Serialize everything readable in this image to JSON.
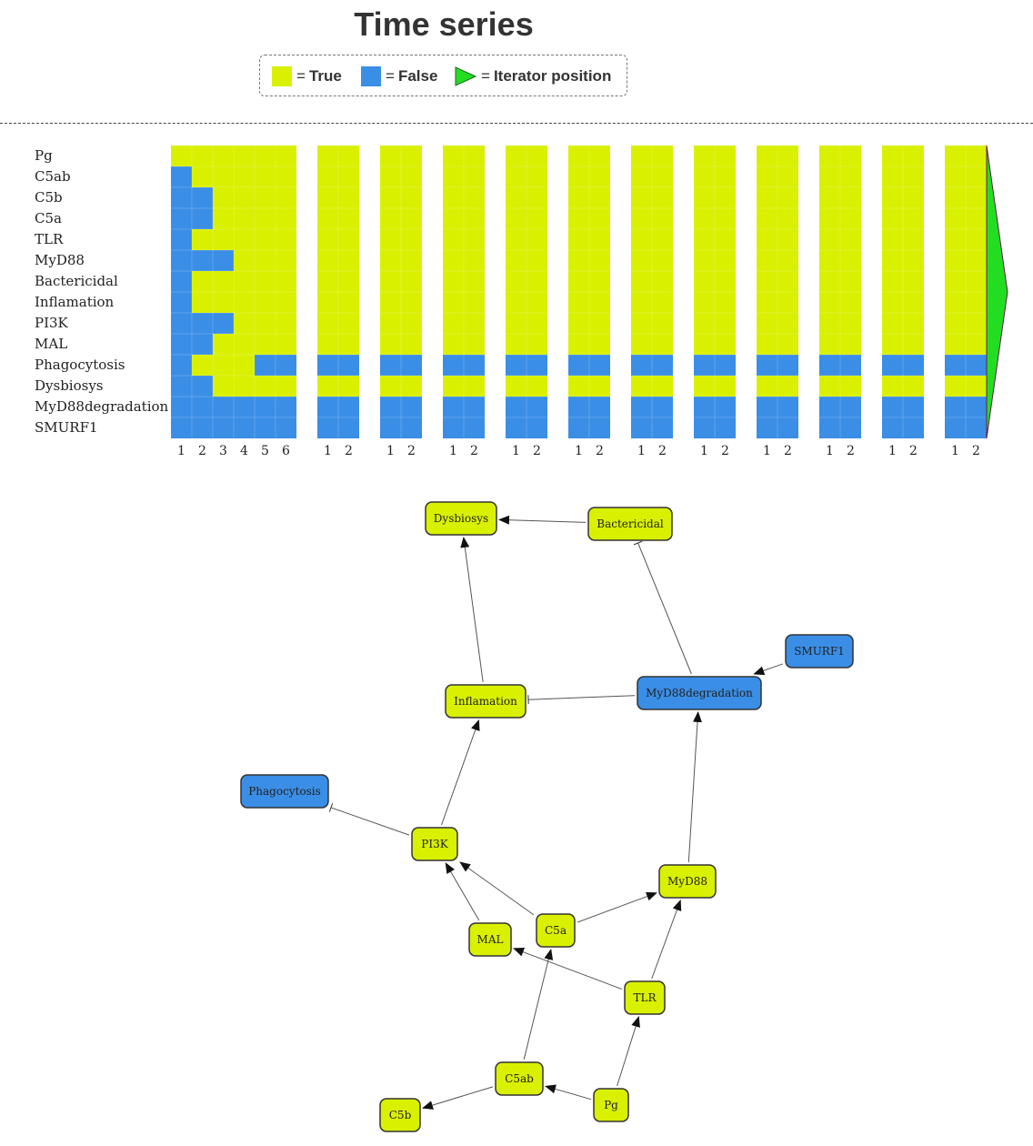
{
  "header": {
    "title": "Time series"
  },
  "legend": {
    "true_label": "True",
    "false_label": "False",
    "iterator_label": "Iterator position",
    "eq": "="
  },
  "colors": {
    "true": "#d9f000",
    "false": "#3a8ee6",
    "iterator": "#22dd22",
    "edge": "#555555",
    "node_border": "#333333"
  },
  "timeseries": {
    "variables": [
      "Pg",
      "C5ab",
      "C5b",
      "C5a",
      "TLR",
      "MyD88",
      "Bactericidal",
      "Inflamation",
      "PI3K",
      "MAL",
      "Phagocytosis",
      "Dysbiosys",
      "MyD88degradation",
      "SMURF1"
    ],
    "blocks": [
      {
        "steps": [
          "1",
          "2",
          "3",
          "4",
          "5",
          "6"
        ],
        "values": [
          [
            1,
            1,
            1,
            1,
            1,
            1
          ],
          [
            0,
            1,
            1,
            1,
            1,
            1
          ],
          [
            0,
            0,
            1,
            1,
            1,
            1
          ],
          [
            0,
            0,
            1,
            1,
            1,
            1
          ],
          [
            0,
            1,
            1,
            1,
            1,
            1
          ],
          [
            0,
            0,
            0,
            1,
            1,
            1
          ],
          [
            0,
            1,
            1,
            1,
            1,
            1
          ],
          [
            0,
            1,
            1,
            1,
            1,
            1
          ],
          [
            0,
            0,
            0,
            1,
            1,
            1
          ],
          [
            0,
            0,
            1,
            1,
            1,
            1
          ],
          [
            0,
            1,
            1,
            1,
            0,
            0
          ],
          [
            0,
            0,
            1,
            1,
            1,
            1
          ],
          [
            0,
            0,
            0,
            0,
            0,
            0
          ],
          [
            0,
            0,
            0,
            0,
            0,
            0
          ]
        ]
      },
      {
        "steps": [
          "1",
          "2"
        ],
        "values": [
          [
            1,
            1
          ],
          [
            1,
            1
          ],
          [
            1,
            1
          ],
          [
            1,
            1
          ],
          [
            1,
            1
          ],
          [
            1,
            1
          ],
          [
            1,
            1
          ],
          [
            1,
            1
          ],
          [
            1,
            1
          ],
          [
            1,
            1
          ],
          [
            0,
            0
          ],
          [
            1,
            1
          ],
          [
            0,
            0
          ],
          [
            0,
            0
          ]
        ]
      },
      {
        "steps": [
          "1",
          "2"
        ],
        "values": [
          [
            1,
            1
          ],
          [
            1,
            1
          ],
          [
            1,
            1
          ],
          [
            1,
            1
          ],
          [
            1,
            1
          ],
          [
            1,
            1
          ],
          [
            1,
            1
          ],
          [
            1,
            1
          ],
          [
            1,
            1
          ],
          [
            1,
            1
          ],
          [
            0,
            0
          ],
          [
            1,
            1
          ],
          [
            0,
            0
          ],
          [
            0,
            0
          ]
        ]
      },
      {
        "steps": [
          "1",
          "2"
        ],
        "values": [
          [
            1,
            1
          ],
          [
            1,
            1
          ],
          [
            1,
            1
          ],
          [
            1,
            1
          ],
          [
            1,
            1
          ],
          [
            1,
            1
          ],
          [
            1,
            1
          ],
          [
            1,
            1
          ],
          [
            1,
            1
          ],
          [
            1,
            1
          ],
          [
            0,
            0
          ],
          [
            1,
            1
          ],
          [
            0,
            0
          ],
          [
            0,
            0
          ]
        ]
      },
      {
        "steps": [
          "1",
          "2"
        ],
        "values": [
          [
            1,
            1
          ],
          [
            1,
            1
          ],
          [
            1,
            1
          ],
          [
            1,
            1
          ],
          [
            1,
            1
          ],
          [
            1,
            1
          ],
          [
            1,
            1
          ],
          [
            1,
            1
          ],
          [
            1,
            1
          ],
          [
            1,
            1
          ],
          [
            0,
            0
          ],
          [
            1,
            1
          ],
          [
            0,
            0
          ],
          [
            0,
            0
          ]
        ]
      },
      {
        "steps": [
          "1",
          "2"
        ],
        "values": [
          [
            1,
            1
          ],
          [
            1,
            1
          ],
          [
            1,
            1
          ],
          [
            1,
            1
          ],
          [
            1,
            1
          ],
          [
            1,
            1
          ],
          [
            1,
            1
          ],
          [
            1,
            1
          ],
          [
            1,
            1
          ],
          [
            1,
            1
          ],
          [
            0,
            0
          ],
          [
            1,
            1
          ],
          [
            0,
            0
          ],
          [
            0,
            0
          ]
        ]
      },
      {
        "steps": [
          "1",
          "2"
        ],
        "values": [
          [
            1,
            1
          ],
          [
            1,
            1
          ],
          [
            1,
            1
          ],
          [
            1,
            1
          ],
          [
            1,
            1
          ],
          [
            1,
            1
          ],
          [
            1,
            1
          ],
          [
            1,
            1
          ],
          [
            1,
            1
          ],
          [
            1,
            1
          ],
          [
            0,
            0
          ],
          [
            1,
            1
          ],
          [
            0,
            0
          ],
          [
            0,
            0
          ]
        ]
      },
      {
        "steps": [
          "1",
          "2"
        ],
        "values": [
          [
            1,
            1
          ],
          [
            1,
            1
          ],
          [
            1,
            1
          ],
          [
            1,
            1
          ],
          [
            1,
            1
          ],
          [
            1,
            1
          ],
          [
            1,
            1
          ],
          [
            1,
            1
          ],
          [
            1,
            1
          ],
          [
            1,
            1
          ],
          [
            0,
            0
          ],
          [
            1,
            1
          ],
          [
            0,
            0
          ],
          [
            0,
            0
          ]
        ]
      },
      {
        "steps": [
          "1",
          "2"
        ],
        "values": [
          [
            1,
            1
          ],
          [
            1,
            1
          ],
          [
            1,
            1
          ],
          [
            1,
            1
          ],
          [
            1,
            1
          ],
          [
            1,
            1
          ],
          [
            1,
            1
          ],
          [
            1,
            1
          ],
          [
            1,
            1
          ],
          [
            1,
            1
          ],
          [
            0,
            0
          ],
          [
            1,
            1
          ],
          [
            0,
            0
          ],
          [
            0,
            0
          ]
        ]
      },
      {
        "steps": [
          "1",
          "2"
        ],
        "values": [
          [
            1,
            1
          ],
          [
            1,
            1
          ],
          [
            1,
            1
          ],
          [
            1,
            1
          ],
          [
            1,
            1
          ],
          [
            1,
            1
          ],
          [
            1,
            1
          ],
          [
            1,
            1
          ],
          [
            1,
            1
          ],
          [
            1,
            1
          ],
          [
            0,
            0
          ],
          [
            1,
            1
          ],
          [
            0,
            0
          ],
          [
            0,
            0
          ]
        ]
      },
      {
        "steps": [
          "1",
          "2"
        ],
        "values": [
          [
            1,
            1
          ],
          [
            1,
            1
          ],
          [
            1,
            1
          ],
          [
            1,
            1
          ],
          [
            1,
            1
          ],
          [
            1,
            1
          ],
          [
            1,
            1
          ],
          [
            1,
            1
          ],
          [
            1,
            1
          ],
          [
            1,
            1
          ],
          [
            0,
            0
          ],
          [
            1,
            1
          ],
          [
            0,
            0
          ],
          [
            0,
            0
          ]
        ]
      },
      {
        "steps": [
          "1",
          "2"
        ],
        "values": [
          [
            1,
            1
          ],
          [
            1,
            1
          ],
          [
            1,
            1
          ],
          [
            1,
            1
          ],
          [
            1,
            1
          ],
          [
            1,
            1
          ],
          [
            1,
            1
          ],
          [
            1,
            1
          ],
          [
            1,
            1
          ],
          [
            1,
            1
          ],
          [
            0,
            0
          ],
          [
            1,
            1
          ],
          [
            0,
            0
          ],
          [
            0,
            0
          ]
        ]
      }
    ]
  },
  "network": {
    "nodes": [
      {
        "id": "Dysbiosys",
        "label": "Dysbiosys",
        "state": true
      },
      {
        "id": "Bactericidal",
        "label": "Bactericidal",
        "state": true
      },
      {
        "id": "SMURF1",
        "label": "SMURF1",
        "state": false
      },
      {
        "id": "Inflamation",
        "label": "Inflamation",
        "state": true
      },
      {
        "id": "MyD88degradation",
        "label": "MyD88degradation",
        "state": false
      },
      {
        "id": "Phagocytosis",
        "label": "Phagocytosis",
        "state": false
      },
      {
        "id": "PI3K",
        "label": "PI3K",
        "state": true
      },
      {
        "id": "MyD88",
        "label": "MyD88",
        "state": true
      },
      {
        "id": "MAL",
        "label": "MAL",
        "state": true
      },
      {
        "id": "C5a",
        "label": "C5a",
        "state": true
      },
      {
        "id": "TLR",
        "label": "TLR",
        "state": true
      },
      {
        "id": "C5ab",
        "label": "C5ab",
        "state": true
      },
      {
        "id": "C5b",
        "label": "C5b",
        "state": true
      },
      {
        "id": "Pg",
        "label": "Pg",
        "state": true
      }
    ],
    "edges": [
      {
        "from": "Bactericidal",
        "to": "Dysbiosys",
        "type": "activation"
      },
      {
        "from": "Inflamation",
        "to": "Dysbiosys",
        "type": "activation"
      },
      {
        "from": "MyD88degradation",
        "to": "Bactericidal",
        "type": "inhibition"
      },
      {
        "from": "SMURF1",
        "to": "MyD88degradation",
        "type": "activation"
      },
      {
        "from": "MyD88degradation",
        "to": "Inflamation",
        "type": "inhibition"
      },
      {
        "from": "PI3K",
        "to": "Inflamation",
        "type": "activation"
      },
      {
        "from": "PI3K",
        "to": "Phagocytosis",
        "type": "inhibition"
      },
      {
        "from": "MyD88",
        "to": "MyD88degradation",
        "type": "activation"
      },
      {
        "from": "MAL",
        "to": "PI3K",
        "type": "activation"
      },
      {
        "from": "C5a",
        "to": "PI3K",
        "type": "activation"
      },
      {
        "from": "C5a",
        "to": "MyD88",
        "type": "activation"
      },
      {
        "from": "TLR",
        "to": "MyD88",
        "type": "activation"
      },
      {
        "from": "TLR",
        "to": "MAL",
        "type": "activation"
      },
      {
        "from": "C5ab",
        "to": "C5a",
        "type": "activation"
      },
      {
        "from": "C5ab",
        "to": "C5b",
        "type": "activation"
      },
      {
        "from": "Pg",
        "to": "C5ab",
        "type": "activation"
      },
      {
        "from": "Pg",
        "to": "TLR",
        "type": "activation"
      }
    ]
  }
}
